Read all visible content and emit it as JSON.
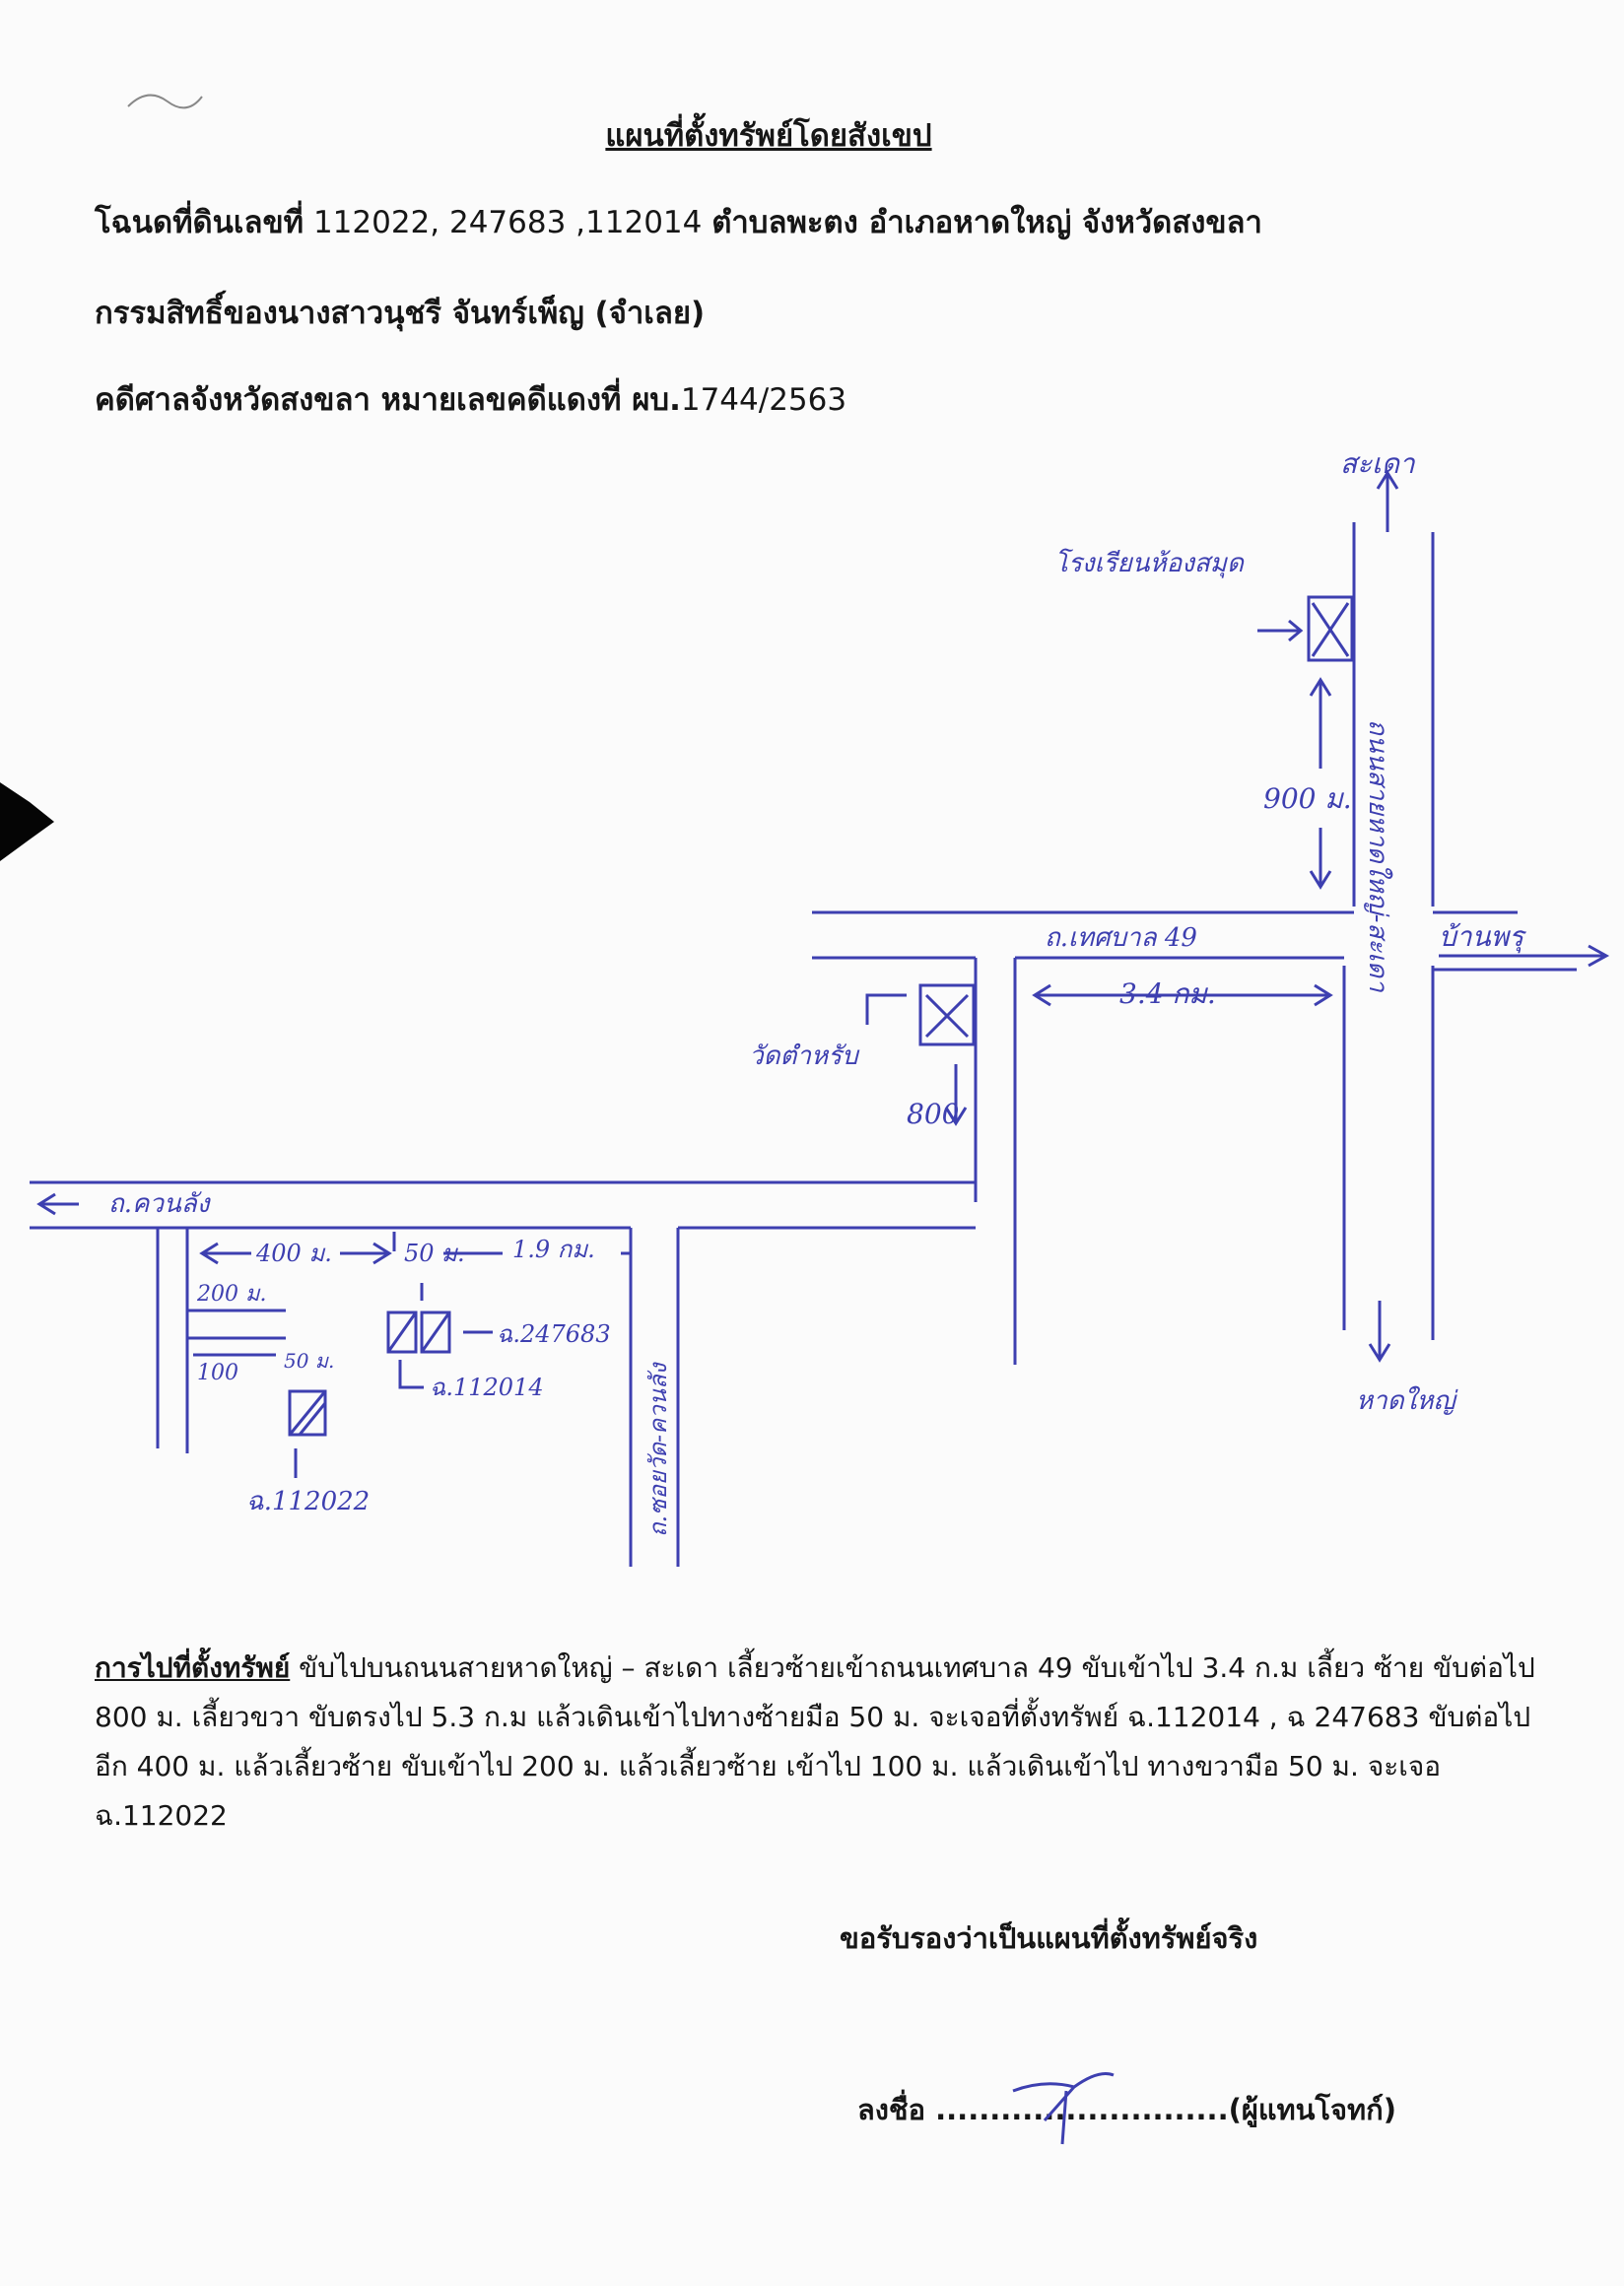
{
  "document": {
    "title": "แผนที่ตั้งทรัพย์โดยสังเขป",
    "deed_line": {
      "label": "โฉนดที่ดินเลขที่",
      "numbers": "112022, 247683 ,112014",
      "location": "ตำบลพะตง  อำเภอหาดใหญ่ จังหวัดสงขลา"
    },
    "owner_line": "กรรมสิทธิ์ของนางสาวนุชรี  จันทร์เพ็ญ  (จำเลย)",
    "court_line": {
      "label": "คดีศาลจังหวัดสงขลา   หมายเลขคดีแดงที่ ผบ.",
      "case_no": "1744/2563"
    }
  },
  "map": {
    "labels": {
      "top_north": "สะเดา",
      "school": "โรงเรียนห้องสมุด",
      "d900": "900 ม.",
      "side_road": "ถ.เทศบาล 49",
      "main_road": "ถนนสายหาดใหญ่-สะเดา",
      "to_right": "บ้านพรุ",
      "d3_4": "3.4 กม.",
      "temple": "วัดตำหรับ",
      "d800": "800",
      "left_road": "ถ.ควนลัง",
      "d400": "400 ม.",
      "d50": "50 ม.",
      "d1_9": "1.9 กม.",
      "d200": "200 ม.",
      "d100": "100",
      "d50b": "50 ม.",
      "deed_247683": "ฉ.247683",
      "deed_112014": "ฉ.112014",
      "deed_112022": "ฉ.112022",
      "vertical_road": "ถ.ซอยวัด-ควนลัง",
      "to_bottom": "หาดใหญ่"
    }
  },
  "directions": {
    "lead": "การไปที่ตั้งทรัพย์",
    "body": " ขับไปบนถนนสายหาดใหญ่ – สะเดา เลี้ยวซ้ายเข้าถนนเทศบาล 49 ขับเข้าไป 3.4 ก.ม เลี้ยว ซ้าย ขับต่อไป 800 ม. เลี้ยวขวา ขับตรงไป 5.3 ก.ม แล้วเดินเข้าไปทางซ้ายมือ 50 ม. จะเจอที่ตั้งทรัพย์ ฉ.112014 , ฉ 247683 ขับต่อไปอีก 400 ม. แล้วเลี้ยวซ้าย ขับเข้าไป 200 ม. แล้วเลี้ยวซ้าย เข้าไป 100 ม. แล้วเดินเข้าไป ทางขวามือ 50 ม. จะเจอ ฉ.112022"
  },
  "certify": "ขอรับรองว่าเป็นแผนที่ตั้งทรัพย์จริง",
  "signature": {
    "label": "ลงชื่อ",
    "dots": "...........................",
    "role": "(ผู้แทนโจทก์)"
  },
  "colors": {
    "ink": "#3d3fb0",
    "text": "#161616",
    "paper": "#fbfbfb"
  }
}
